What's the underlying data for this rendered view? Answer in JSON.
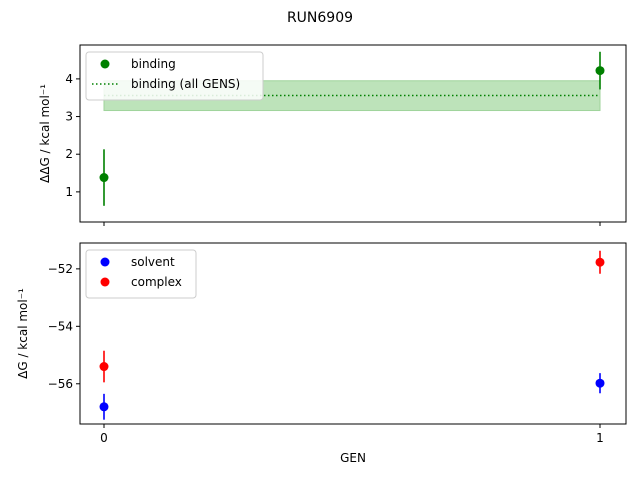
{
  "chart_data": [
    {
      "type": "scatter",
      "title": "RUN6909",
      "ylabel": "ΔΔG / kcal mol⁻¹",
      "xlabel": "",
      "ylim": [
        0.2,
        4.9
      ],
      "yticks": [
        1,
        2,
        3,
        4
      ],
      "xticks": [
        0,
        1
      ],
      "grid": false,
      "legend": "top-left",
      "series": [
        {
          "name": "binding",
          "color": "#008000",
          "x": [
            0,
            1
          ],
          "y": [
            1.38,
            4.22
          ],
          "err": [
            0.75,
            0.5
          ]
        }
      ],
      "reference": {
        "name": "binding (all GENS)",
        "color": "#008000",
        "value": 3.56,
        "band": [
          3.16,
          3.95
        ],
        "band_color": "#b2dfae"
      }
    },
    {
      "type": "scatter",
      "ylabel": "ΔG / kcal mol⁻¹",
      "xlabel": "GEN",
      "ylim": [
        -57.4,
        -51.1
      ],
      "yticks": [
        -56,
        -54,
        -52
      ],
      "xticks": [
        0,
        1
      ],
      "grid": false,
      "legend": "top-left",
      "series": [
        {
          "name": "solvent",
          "color": "#0000ff",
          "x": [
            0,
            1
          ],
          "y": [
            -56.8,
            -55.98
          ],
          "err": [
            0.45,
            0.35
          ]
        },
        {
          "name": "complex",
          "color": "#ff0000",
          "x": [
            0,
            1
          ],
          "y": [
            -55.4,
            -51.77
          ],
          "err": [
            0.55,
            0.4
          ]
        }
      ]
    }
  ]
}
